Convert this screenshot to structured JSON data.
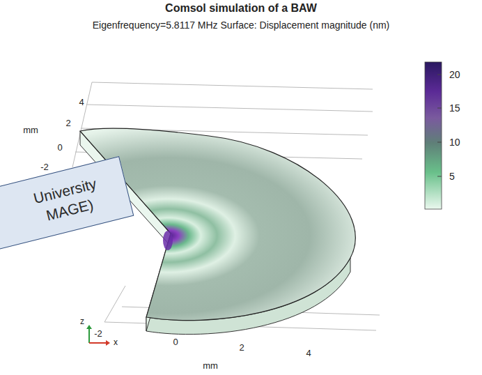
{
  "diagram": {
    "title": "Comsol simulation of a BAW",
    "nodes": [
      {
        "text": [
          "University MAGE)"
        ]
      }
    ],
    "labels": [
      "Eigenfrequency=5.8117 MHz Surface: Displacement magnitude (nm)",
      "4",
      "2",
      "0",
      "-2",
      "mm",
      "20",
      "15",
      "10",
      "5",
      "-2",
      "0",
      "2",
      "4",
      "mm",
      "z",
      "x"
    ]
  }
}
